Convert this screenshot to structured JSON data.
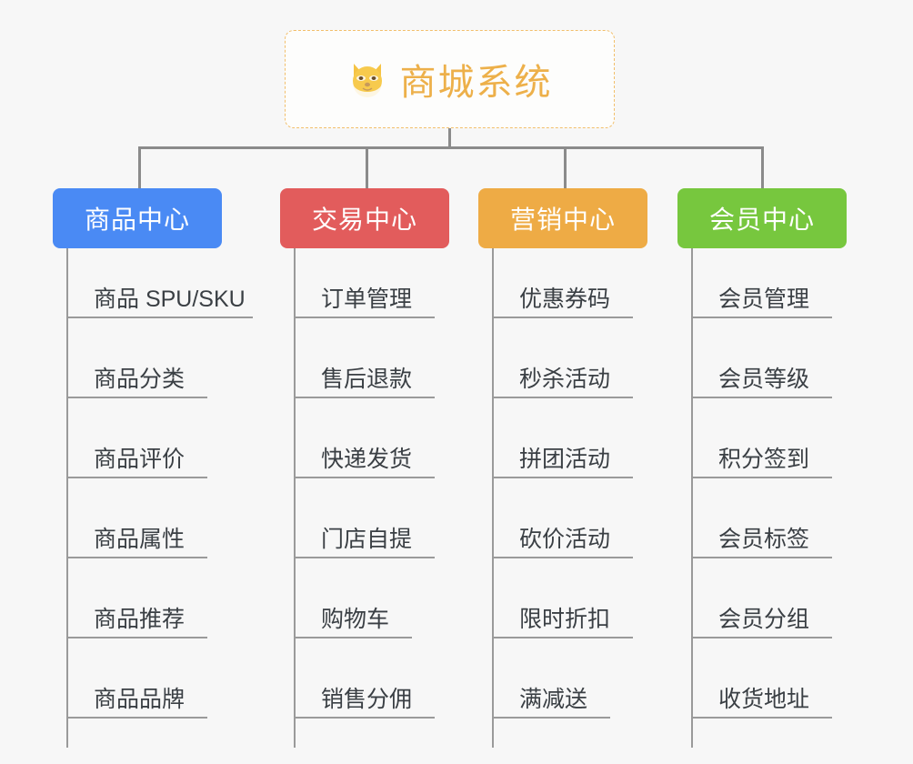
{
  "diagram": {
    "type": "mind-map-tree",
    "background_color": "#f7f7f7",
    "root": {
      "title": "商城系统",
      "icon": "shiba-dog-face-icon",
      "text_color": "#edb04a",
      "border_color": "#f2bf6b",
      "background_color": "#fdfdfc"
    },
    "line_color": "#8b8b8b",
    "columns": [
      {
        "title": "商品中心",
        "color": "#4a8af4",
        "items": [
          "商品 SPU/SKU",
          "商品分类",
          "商品评价",
          "商品属性",
          "商品推荐",
          "商品品牌"
        ]
      },
      {
        "title": "交易中心",
        "color": "#e25c5c",
        "items": [
          "订单管理",
          "售后退款",
          "快递发货",
          "门店自提",
          "购物车",
          "销售分佣"
        ]
      },
      {
        "title": "营销中心",
        "color": "#eeab45",
        "items": [
          "优惠券码",
          "秒杀活动",
          "拼团活动",
          "砍价活动",
          "限时折扣",
          "满减送"
        ]
      },
      {
        "title": "会员中心",
        "color": "#77c73e",
        "items": [
          "会员管理",
          "会员等级",
          "积分签到",
          "会员标签",
          "会员分组",
          "收货地址"
        ]
      }
    ]
  }
}
